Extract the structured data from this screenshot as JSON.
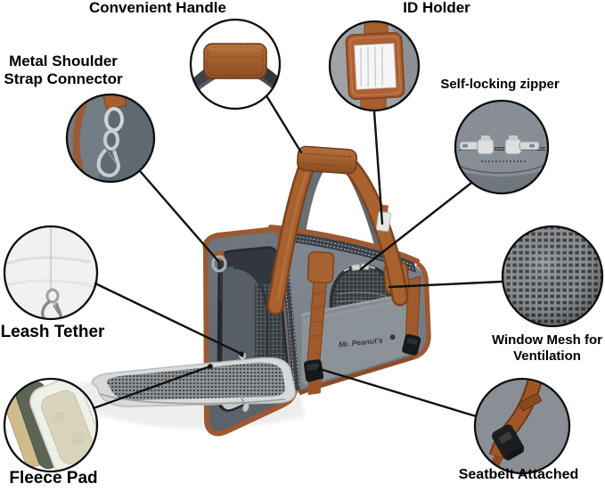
{
  "figure": {
    "type": "product-feature-diagram",
    "subject": "soft-sided pet travel carrier with callout detail photos"
  },
  "product": {
    "logo_text": "Mr. Peanut's"
  },
  "labels": {
    "convenient_handle": "Convenient Handle",
    "id_holder": "ID Holder",
    "metal_shoulder": {
      "line1": "Metal Shoulder",
      "line2": "Strap Connector"
    },
    "self_locking_zipper": "Self-locking zipper",
    "leash_tether": "Leash Tether",
    "window_mesh": {
      "line1": "Window Mesh for",
      "line2": "Ventilation"
    },
    "fleece_pad": "Fleece Pad",
    "seatbelt": "Seatbelt Attached"
  },
  "colors": {
    "background": "#ffffff",
    "label_text": "#000000",
    "callout_line": "#111111",
    "bag_gray": "#79828b",
    "bag_front_gray": "#646b74",
    "leather_brown": "#a05c30",
    "strap_brown": "#9c5426",
    "mesh_dark": "#3e4246",
    "fleece": "#d9d5bd",
    "pad_green": "#5c6554",
    "pad_tan": "#cfbc8e",
    "metal_silver": "#cdd0d2"
  }
}
